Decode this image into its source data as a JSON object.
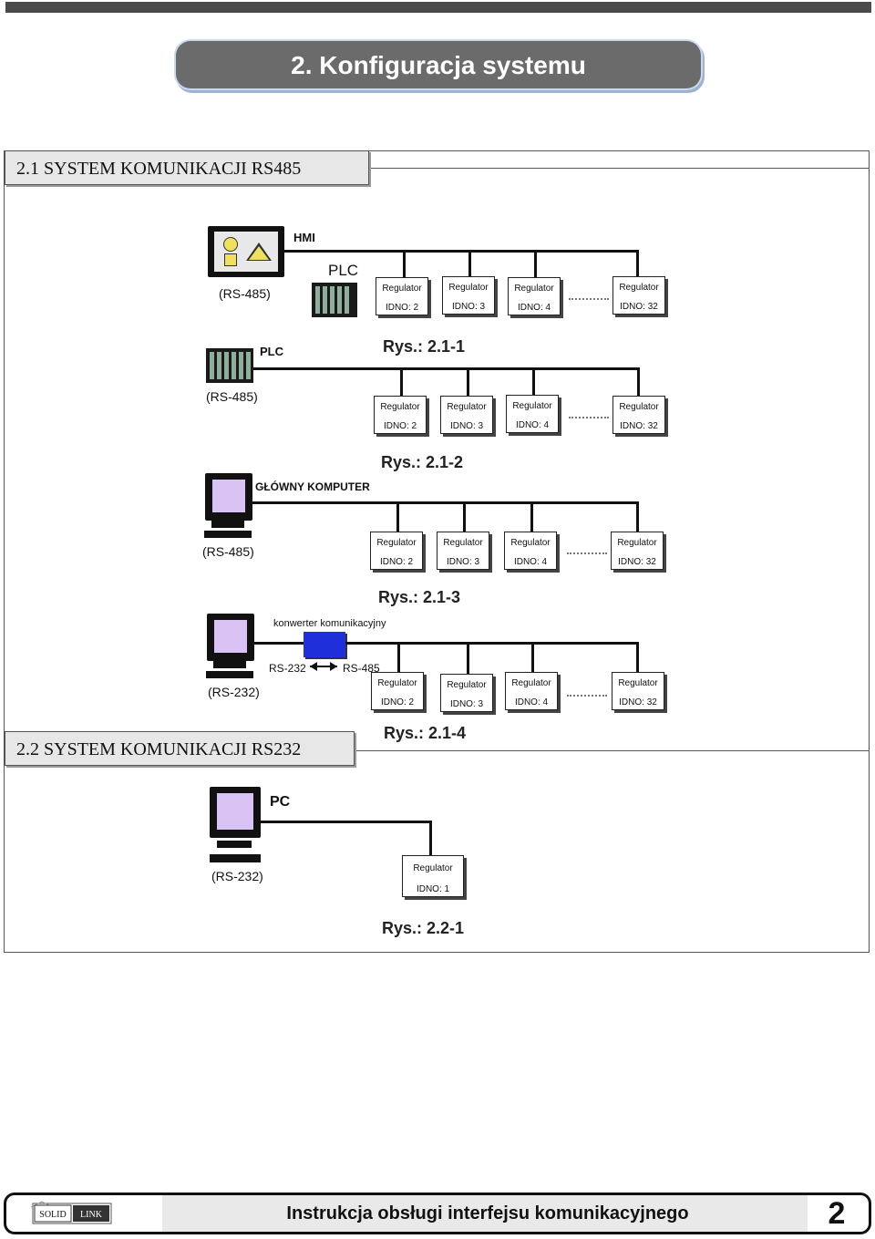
{
  "page": {
    "title": "2. Konfiguracja systemu",
    "footer_text": "Instrukcja obsługi interfejsu komunikacyjnego",
    "page_number": "2",
    "logo_text": [
      "SOLID",
      "LINK"
    ]
  },
  "sections": {
    "rs485": "2.1 SYSTEM KOMUNIKACJI RS485",
    "rs232": "2.2 SYSTEM KOMUNIKACJI RS232"
  },
  "fig1": {
    "hmi": "HMI",
    "plc": "PLC",
    "port": "(RS-485)",
    "caption": "Rys.: 2.1-1"
  },
  "fig2": {
    "plc": "PLC",
    "port": "(RS-485)",
    "caption": "Rys.: 2.1-2"
  },
  "fig3": {
    "computer": "GŁÓWNY KOMPUTER",
    "port": "(RS-485)",
    "caption": "Rys.: 2.1-3"
  },
  "fig4": {
    "converter": "konwerter komunikacyjny",
    "rs232": "RS-232",
    "rs485": "RS-485",
    "port": "(RS-232)",
    "caption": "Rys.: 2.1-4"
  },
  "fig5": {
    "pc": "PC",
    "port": "(RS-232)",
    "caption": "Rys.: 2.2-1"
  },
  "regulators": {
    "label": "Regulator",
    "ids": [
      "IDNO: 2",
      "IDNO: 3",
      "IDNO: 4",
      "IDNO: 32"
    ],
    "single_id": "IDNO: 1"
  }
}
